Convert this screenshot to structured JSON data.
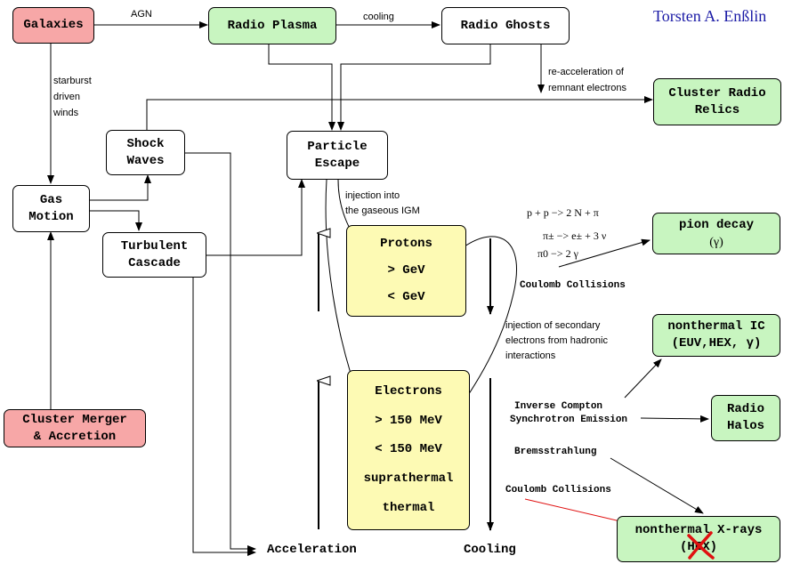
{
  "author": "Torsten A. Enßlin",
  "boxes": {
    "galaxies": "Galaxies",
    "radio_plasma": "Radio Plasma",
    "radio_ghosts": "Radio Ghosts",
    "cluster_radio_relics": [
      "Cluster Radio",
      "Relics"
    ],
    "shock_waves": [
      "Shock",
      "Waves"
    ],
    "particle_escape": [
      "Particle",
      "Escape"
    ],
    "gas_motion": [
      "Gas",
      "Motion"
    ],
    "turbulent_cascade": [
      "Turbulent",
      "Cascade"
    ],
    "protons": [
      "Protons",
      "> GeV",
      "< GeV"
    ],
    "pion_decay": [
      "pion decay",
      "(γ)"
    ],
    "nonthermal_ic": [
      "nonthermal IC",
      "(EUV,HEX, γ)"
    ],
    "electrons": [
      "Electrons",
      "> 150 MeV",
      "< 150 MeV",
      "suprathermal",
      "thermal"
    ],
    "radio_halos": [
      "Radio",
      "Halos"
    ],
    "cluster_merger": [
      "Cluster Merger",
      "& Accretion"
    ],
    "nonthermal_xrays": [
      "nonthermal X-rays",
      "(HEX)"
    ]
  },
  "labels": {
    "agn": "AGN",
    "cooling_top": "cooling",
    "starburst": [
      "starburst",
      "driven",
      "winds"
    ],
    "reacceleration": [
      "re-acceleration of",
      "remnant electrons"
    ],
    "injection_igm": [
      "injection into",
      "the gaseous IGM"
    ],
    "injection_secondary": [
      "injection of secondary",
      "electrons from hadronic",
      "interactions"
    ],
    "coulomb_protons": "Coulomb Collisions",
    "inverse_compton": "Inverse Compton",
    "synchrotron": "Synchrotron Emission",
    "bremsstrahlung": "Bremsstrahlung",
    "coulomb_electrons": "Coulomb Collisions",
    "acceleration": "Acceleration",
    "cooling_bottom": "Cooling"
  },
  "equations": {
    "eq1": "p + p −> 2 N +  π",
    "eq2": "π± −> e± + 3  ν",
    "eq3": "π0  −> 2 γ"
  },
  "colors": {
    "source_boxes": "#f7a7a7",
    "observable_boxes": "#c8f5c0",
    "particle_boxes": "#fdfab4",
    "author_text": "#1a1aa6",
    "strike_cross": "#e01010"
  }
}
